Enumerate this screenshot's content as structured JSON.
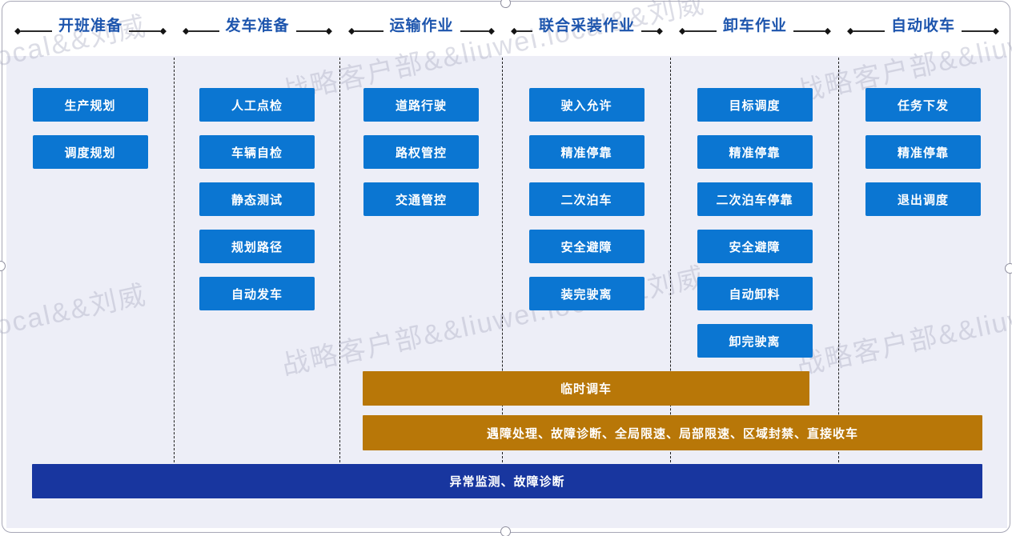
{
  "watermark": {
    "full_text": "战略客户部&&liuwei.local&&刘威",
    "tail_text": "local&&刘威"
  },
  "columns": [
    {
      "header": "开班准备",
      "boxes": [
        "生产规划",
        "调度规划"
      ]
    },
    {
      "header": "发车准备",
      "boxes": [
        "人工点检",
        "车辆自检",
        "静态测试",
        "规划路径",
        "自动发车"
      ]
    },
    {
      "header": "运输作业",
      "boxes": [
        "道路行驶",
        "路权管控",
        "交通管控"
      ]
    },
    {
      "header": "联合采装作业",
      "boxes": [
        "驶入允许",
        "精准停靠",
        "二次泊车",
        "安全避障",
        "装完驶离"
      ]
    },
    {
      "header": "卸车作业",
      "boxes": [
        "目标调度",
        "精准停靠",
        "二次泊车停靠",
        "安全避障",
        "自动卸料",
        "卸完驶离"
      ]
    },
    {
      "header": "自动收车",
      "boxes": [
        "任务下发",
        "精准停靠",
        "退出调度"
      ]
    }
  ],
  "bars": [
    {
      "id": "temporary-dispatch-bar",
      "label": "临时调车",
      "style": "orange"
    },
    {
      "id": "exception-handling-bar",
      "label": "遇障处理、故障诊断、全局限速、局部限速、区域封禁、直接收车",
      "style": "orange"
    },
    {
      "id": "abnormal-monitoring-bar",
      "label": "异常监测、故障诊断",
      "style": "navy"
    }
  ],
  "colors": {
    "process_box_blue": "#0b76d2",
    "header_text_blue": "#1d55ad",
    "amber_bar": "#b87708",
    "navy_bar": "#18369f",
    "panel_background": "#edeef7",
    "watermark_gray": "#b2b4c8"
  }
}
